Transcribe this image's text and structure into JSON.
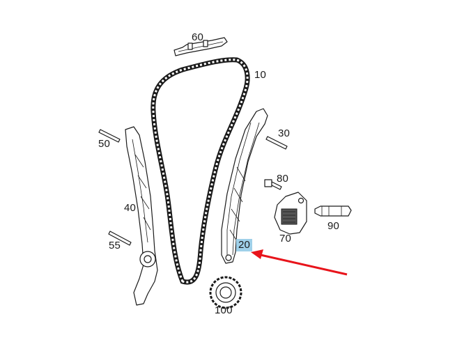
{
  "diagram": {
    "labels": {
      "p10": "10",
      "p20": "20",
      "p30": "30",
      "p40": "40",
      "p50": "50",
      "p55": "55",
      "p60": "60",
      "p70": "70",
      "p80": "80",
      "p90": "90",
      "p100": "100"
    },
    "highlighted_part": "20",
    "colors": {
      "arrow": "#e8141b",
      "highlight": "#9fd0e9",
      "drawing": "#1a1a1a"
    }
  }
}
